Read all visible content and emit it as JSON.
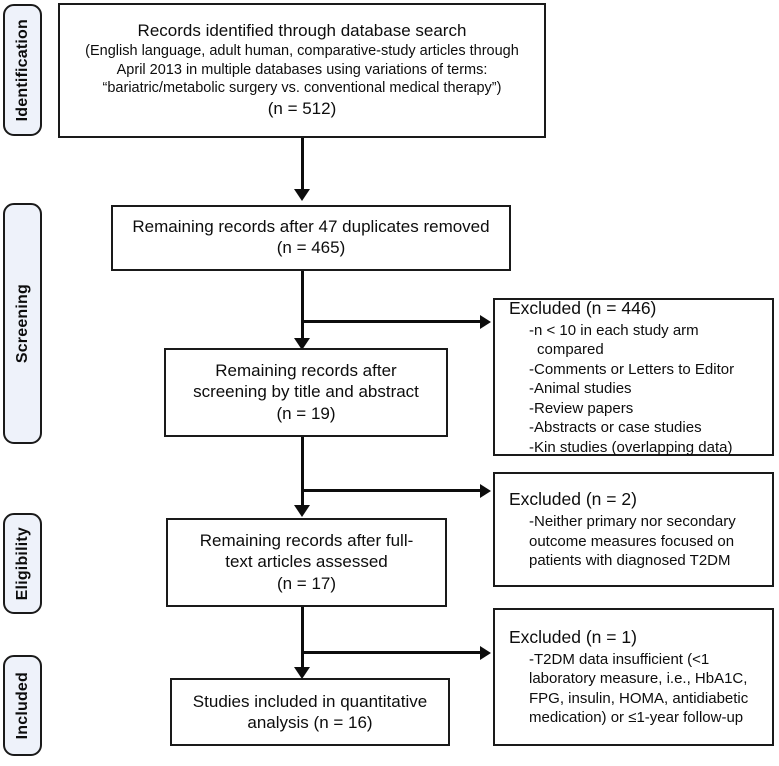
{
  "diagram": {
    "type": "prisma-flow-diagram",
    "title": "PRISMA study selection flow diagram"
  },
  "stages": [
    {
      "id": "identification",
      "label": "Identification"
    },
    {
      "id": "screening",
      "label": "Screening"
    },
    {
      "id": "eligibility",
      "label": "Eligibility"
    },
    {
      "id": "included",
      "label": "Included"
    }
  ],
  "boxes": {
    "identified": {
      "title": "Records identified through database search",
      "sub1": "(English language, adult human, comparative-study articles through",
      "sub2": "April 2013 in multiple databases using variations of terms:",
      "sub3": "“bariatric/metabolic surgery vs. conventional medical therapy”)",
      "n": "(n = 512)"
    },
    "deduplicated": {
      "title": "Remaining records after 47 duplicates removed",
      "n": "(n = 465)"
    },
    "screened": {
      "title1": "Remaining records after",
      "title2": "screening by title and abstract",
      "n": "(n = 19)"
    },
    "fulltext": {
      "title1": "Remaining records after full-",
      "title2": "text articles assessed",
      "n": "(n = 17)"
    },
    "included": {
      "title1": "Studies included in quantitative",
      "title2": "analysis (n = 16)"
    }
  },
  "excluded": {
    "screening": {
      "heading": "Excluded (n = 446)",
      "reasons": [
        "-n < 10 in each study arm compared",
        "-Comments or Letters to Editor",
        "-Animal studies",
        "-Review papers",
        "-Abstracts or case studies",
        "-Kin studies (overlapping data)"
      ]
    },
    "eligibility": {
      "heading": "Excluded (n = 2)",
      "reasons": [
        "-Neither primary nor secondary",
        "outcome measures focused on",
        "patients with diagnosed T2DM"
      ]
    },
    "included": {
      "heading": "Excluded (n = 1)",
      "reasons": [
        "-T2DM data insufficient (<1",
        "laboratory measure, i.e., HbA1C,",
        "FPG, insulin, HOMA, antidiabetic",
        "medication) or ≤1-year follow-up"
      ]
    }
  },
  "counts": {
    "identified": 512,
    "duplicates_removed": 47,
    "after_duplicates": 465,
    "after_title_abstract_screening": 19,
    "excluded_at_screening": 446,
    "after_fulltext": 17,
    "excluded_at_eligibility": 2,
    "excluded_at_inclusion": 1,
    "included_in_quantitative_analysis": 16
  },
  "colors": {
    "pill_fill": "#eef2fa",
    "stroke": "#1a1a1a",
    "box_fill": "#ffffff",
    "text": "#0d0d0d"
  }
}
